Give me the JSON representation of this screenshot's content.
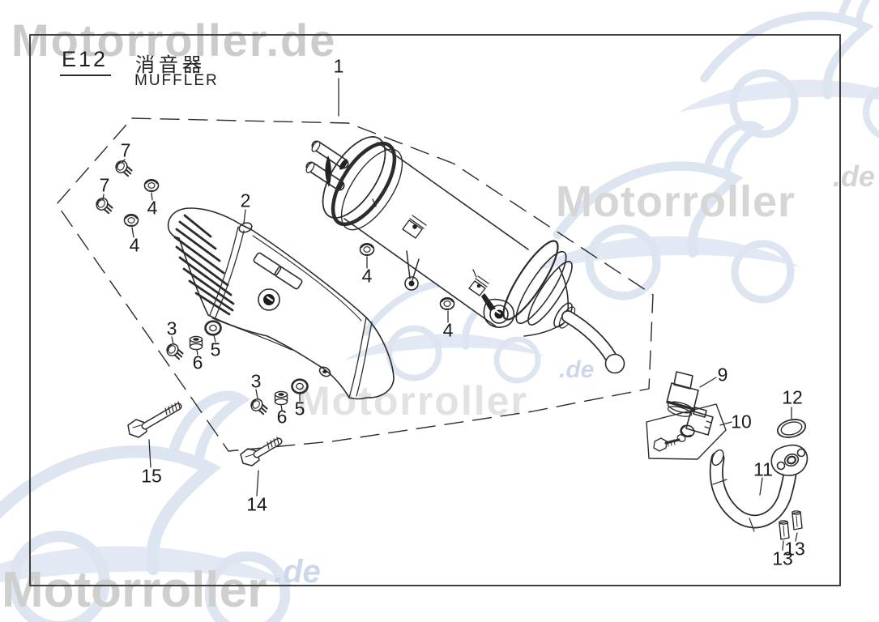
{
  "header": {
    "code": "E12",
    "title_zh": "消音器",
    "title_en": "MUFFLER"
  },
  "watermarks": {
    "brand_full": "Motorroller.de",
    "brand": "Motorroller",
    "tld": ".de"
  },
  "callouts": {
    "c1": "1",
    "c2": "2",
    "c3a": "3",
    "c3b": "3",
    "c4a": "4",
    "c4b": "4",
    "c4c": "4",
    "c4d": "4",
    "c5a": "5",
    "c5b": "5",
    "c6a": "6",
    "c6b": "6",
    "c7a": "7",
    "c7b": "7",
    "c9": "9",
    "c10": "10",
    "c11": "11",
    "c12": "12",
    "c13a": "13",
    "c13b": "13",
    "c14": "14",
    "c15": "15"
  }
}
